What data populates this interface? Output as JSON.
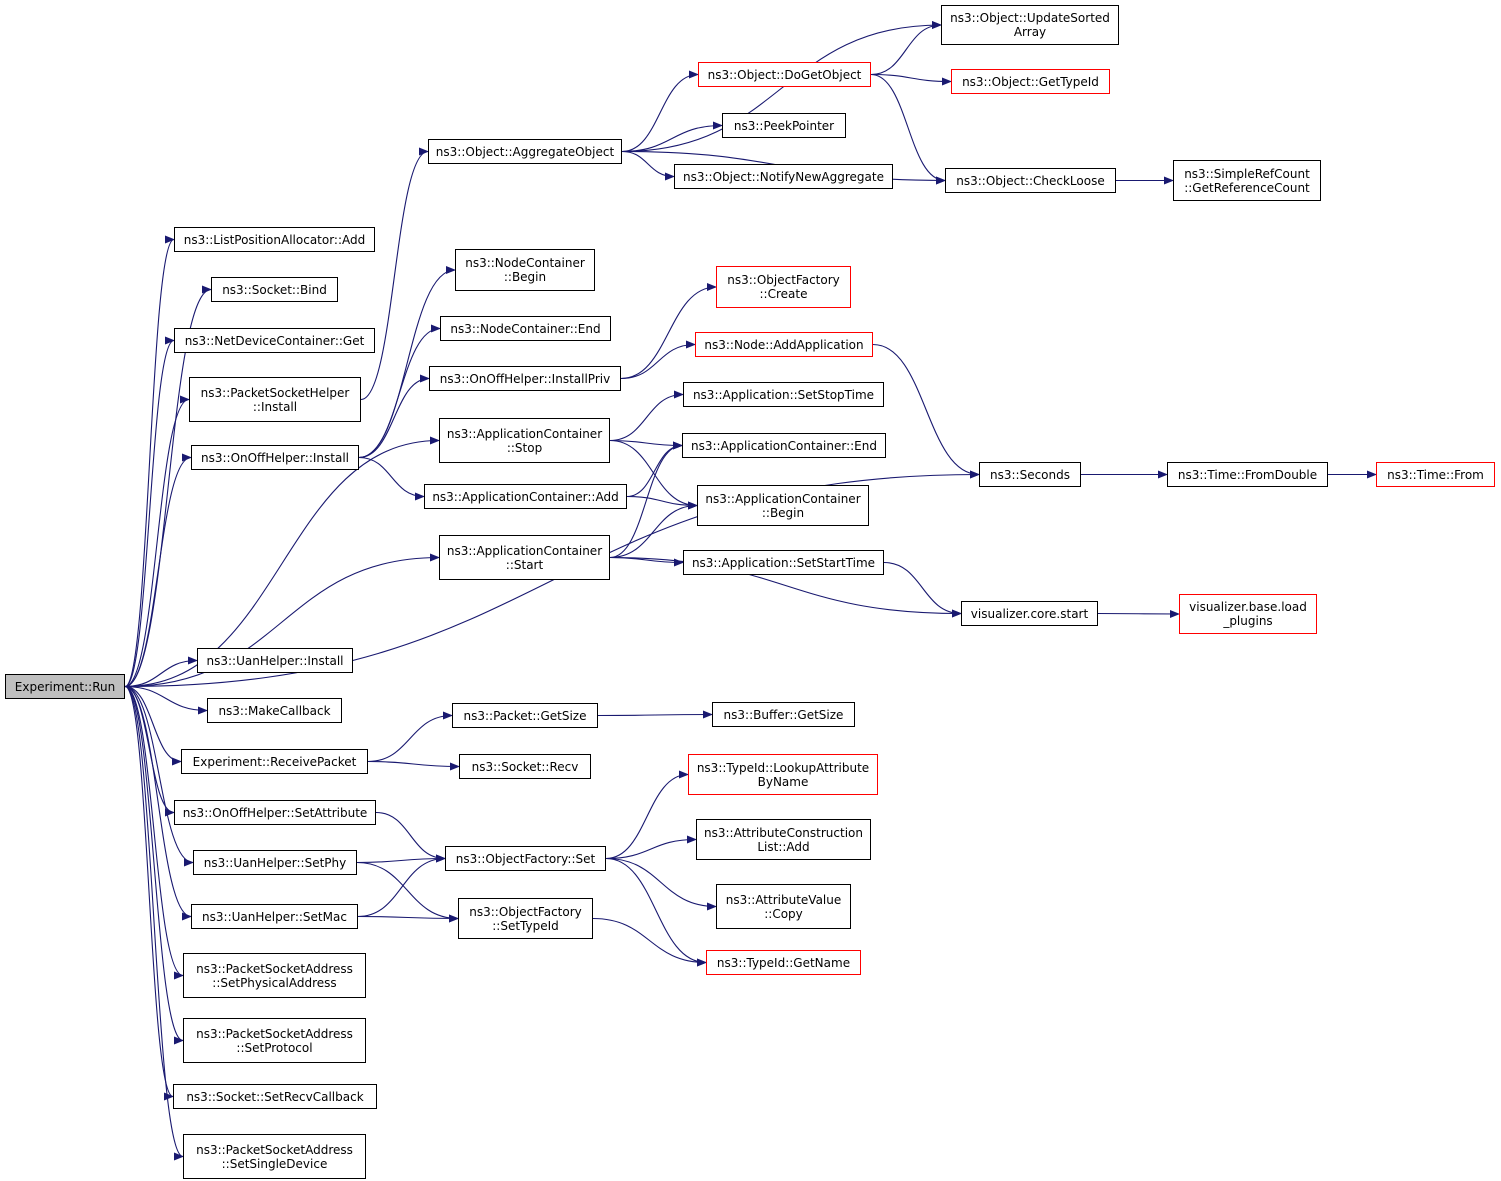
{
  "diagram": {
    "nodes": [
      {
        "id": "run",
        "label": "Experiment::Run",
        "border": "root"
      },
      {
        "id": "lpa_add",
        "label": "ns3::ListPositionAllocator::Add",
        "border": "black"
      },
      {
        "id": "sock_bind",
        "label": "ns3::Socket::Bind",
        "border": "black"
      },
      {
        "id": "ndc_get",
        "label": "ns3::NetDeviceContainer::Get",
        "border": "black"
      },
      {
        "id": "psh_install",
        "label": "ns3::PacketSocketHelper\n::Install",
        "border": "black"
      },
      {
        "id": "ooh_install",
        "label": "ns3::OnOffHelper::Install",
        "border": "black"
      },
      {
        "id": "uan_install",
        "label": "ns3::UanHelper::Install",
        "border": "black"
      },
      {
        "id": "make_cb",
        "label": "ns3::MakeCallback",
        "border": "black"
      },
      {
        "id": "recv_pkt",
        "label": "Experiment::ReceivePacket",
        "border": "black"
      },
      {
        "id": "ooh_setattr",
        "label": "ns3::OnOffHelper::SetAttribute",
        "border": "black"
      },
      {
        "id": "uan_setphy",
        "label": "ns3::UanHelper::SetPhy",
        "border": "black"
      },
      {
        "id": "uan_setmac",
        "label": "ns3::UanHelper::SetMac",
        "border": "black"
      },
      {
        "id": "psa_setphys",
        "label": "ns3::PacketSocketAddress\n::SetPhysicalAddress",
        "border": "black"
      },
      {
        "id": "psa_setproto",
        "label": "ns3::PacketSocketAddress\n::SetProtocol",
        "border": "black"
      },
      {
        "id": "sock_setrecvcb",
        "label": "ns3::Socket::SetRecvCallback",
        "border": "black"
      },
      {
        "id": "psa_setsingle",
        "label": "ns3::PacketSocketAddress\n::SetSingleDevice",
        "border": "black"
      },
      {
        "id": "obj_aggregate",
        "label": "ns3::Object::AggregateObject",
        "border": "black"
      },
      {
        "id": "nc_begin",
        "label": "ns3::NodeContainer\n::Begin",
        "border": "black"
      },
      {
        "id": "nc_end",
        "label": "ns3::NodeContainer::End",
        "border": "black"
      },
      {
        "id": "ooh_installpriv",
        "label": "ns3::OnOffHelper::InstallPriv",
        "border": "black"
      },
      {
        "id": "ac_stop",
        "label": "ns3::ApplicationContainer\n::Stop",
        "border": "black"
      },
      {
        "id": "ac_add",
        "label": "ns3::ApplicationContainer::Add",
        "border": "black"
      },
      {
        "id": "ac_start",
        "label": "ns3::ApplicationContainer\n::Start",
        "border": "black"
      },
      {
        "id": "pkt_getsize",
        "label": "ns3::Packet::GetSize",
        "border": "black"
      },
      {
        "id": "sock_recv",
        "label": "ns3::Socket::Recv",
        "border": "black"
      },
      {
        "id": "of_set",
        "label": "ns3::ObjectFactory::Set",
        "border": "black"
      },
      {
        "id": "of_settypeid",
        "label": "ns3::ObjectFactory\n::SetTypeId",
        "border": "black"
      },
      {
        "id": "obj_dogetobject",
        "label": "ns3::Object::DoGetObject",
        "border": "red"
      },
      {
        "id": "peekpointer",
        "label": "ns3::PeekPointer",
        "border": "black"
      },
      {
        "id": "obj_notify",
        "label": "ns3::Object::NotifyNewAggregate",
        "border": "black"
      },
      {
        "id": "of_create",
        "label": "ns3::ObjectFactory\n::Create",
        "border": "red"
      },
      {
        "id": "node_addapp",
        "label": "ns3::Node::AddApplication",
        "border": "red"
      },
      {
        "id": "app_setstop",
        "label": "ns3::Application::SetStopTime",
        "border": "black"
      },
      {
        "id": "ac_end",
        "label": "ns3::ApplicationContainer::End",
        "border": "black"
      },
      {
        "id": "ac_begin",
        "label": "ns3::ApplicationContainer\n::Begin",
        "border": "black"
      },
      {
        "id": "app_setstart",
        "label": "ns3::Application::SetStartTime",
        "border": "black"
      },
      {
        "id": "buf_getsize",
        "label": "ns3::Buffer::GetSize",
        "border": "black"
      },
      {
        "id": "tid_lookup",
        "label": "ns3::TypeId::LookupAttribute\nByName",
        "border": "red"
      },
      {
        "id": "acl_add",
        "label": "ns3::AttributeConstruction\nList::Add",
        "border": "black"
      },
      {
        "id": "av_copy",
        "label": "ns3::AttributeValue\n::Copy",
        "border": "black"
      },
      {
        "id": "tid_getname",
        "label": "ns3::TypeId::GetName",
        "border": "red"
      },
      {
        "id": "obj_updatesorted",
        "label": "ns3::Object::UpdateSorted\nArray",
        "border": "black"
      },
      {
        "id": "obj_gettypeid",
        "label": "ns3::Object::GetTypeId",
        "border": "red"
      },
      {
        "id": "obj_checkloose",
        "label": "ns3::Object::CheckLoose",
        "border": "black"
      },
      {
        "id": "seconds",
        "label": "ns3::Seconds",
        "border": "black"
      },
      {
        "id": "vis_core_start",
        "label": "visualizer.core.start",
        "border": "black"
      },
      {
        "id": "src_getrefcount",
        "label": "ns3::SimpleRefCount\n::GetReferenceCount",
        "border": "black"
      },
      {
        "id": "time_fromdouble",
        "label": "ns3::Time::FromDouble",
        "border": "black"
      },
      {
        "id": "vis_base_load",
        "label": "visualizer.base.load\n_plugins",
        "border": "red"
      },
      {
        "id": "time_from",
        "label": "ns3::Time::From",
        "border": "red"
      }
    ],
    "edges": [
      [
        "run",
        "lpa_add"
      ],
      [
        "run",
        "sock_bind"
      ],
      [
        "run",
        "ndc_get"
      ],
      [
        "run",
        "psh_install"
      ],
      [
        "run",
        "ooh_install"
      ],
      [
        "run",
        "ac_stop"
      ],
      [
        "run",
        "ac_start"
      ],
      [
        "run",
        "seconds"
      ],
      [
        "run",
        "uan_install"
      ],
      [
        "run",
        "make_cb"
      ],
      [
        "run",
        "recv_pkt"
      ],
      [
        "run",
        "ooh_setattr"
      ],
      [
        "run",
        "uan_setphy"
      ],
      [
        "run",
        "uan_setmac"
      ],
      [
        "run",
        "psa_setphys"
      ],
      [
        "run",
        "psa_setproto"
      ],
      [
        "run",
        "sock_setrecvcb"
      ],
      [
        "run",
        "psa_setsingle"
      ],
      [
        "psh_install",
        "obj_aggregate"
      ],
      [
        "ooh_install",
        "nc_begin"
      ],
      [
        "ooh_install",
        "nc_end"
      ],
      [
        "ooh_install",
        "ooh_installpriv"
      ],
      [
        "ooh_install",
        "ac_add"
      ],
      [
        "obj_aggregate",
        "obj_updatesorted"
      ],
      [
        "obj_aggregate",
        "obj_dogetobject"
      ],
      [
        "obj_aggregate",
        "peekpointer"
      ],
      [
        "obj_aggregate",
        "obj_notify"
      ],
      [
        "obj_aggregate",
        "obj_checkloose"
      ],
      [
        "obj_dogetobject",
        "obj_updatesorted"
      ],
      [
        "obj_dogetobject",
        "obj_gettypeid"
      ],
      [
        "obj_dogetobject",
        "obj_checkloose"
      ],
      [
        "obj_checkloose",
        "src_getrefcount"
      ],
      [
        "ooh_installpriv",
        "of_create"
      ],
      [
        "ooh_installpriv",
        "node_addapp"
      ],
      [
        "node_addapp",
        "seconds"
      ],
      [
        "ac_stop",
        "app_setstop"
      ],
      [
        "ac_stop",
        "ac_end"
      ],
      [
        "ac_stop",
        "ac_begin"
      ],
      [
        "ac_add",
        "ac_end"
      ],
      [
        "ac_add",
        "ac_begin"
      ],
      [
        "ac_start",
        "ac_end"
      ],
      [
        "ac_start",
        "ac_begin"
      ],
      [
        "ac_start",
        "app_setstart"
      ],
      [
        "ac_start",
        "vis_core_start"
      ],
      [
        "app_setstart",
        "vis_core_start"
      ],
      [
        "seconds",
        "time_fromdouble"
      ],
      [
        "time_fromdouble",
        "time_from"
      ],
      [
        "vis_core_start",
        "vis_base_load"
      ],
      [
        "recv_pkt",
        "pkt_getsize"
      ],
      [
        "recv_pkt",
        "sock_recv"
      ],
      [
        "pkt_getsize",
        "buf_getsize"
      ],
      [
        "ooh_setattr",
        "of_set"
      ],
      [
        "uan_setphy",
        "of_set"
      ],
      [
        "uan_setphy",
        "of_settypeid"
      ],
      [
        "uan_setmac",
        "of_set"
      ],
      [
        "uan_setmac",
        "of_settypeid"
      ],
      [
        "of_set",
        "tid_lookup"
      ],
      [
        "of_set",
        "acl_add"
      ],
      [
        "of_set",
        "av_copy"
      ],
      [
        "of_set",
        "tid_getname"
      ],
      [
        "of_settypeid",
        "tid_getname"
      ]
    ]
  },
  "colors": {
    "edge": "#191970",
    "root_fill": "#bfbfbf",
    "red_border": "#ff0000"
  }
}
